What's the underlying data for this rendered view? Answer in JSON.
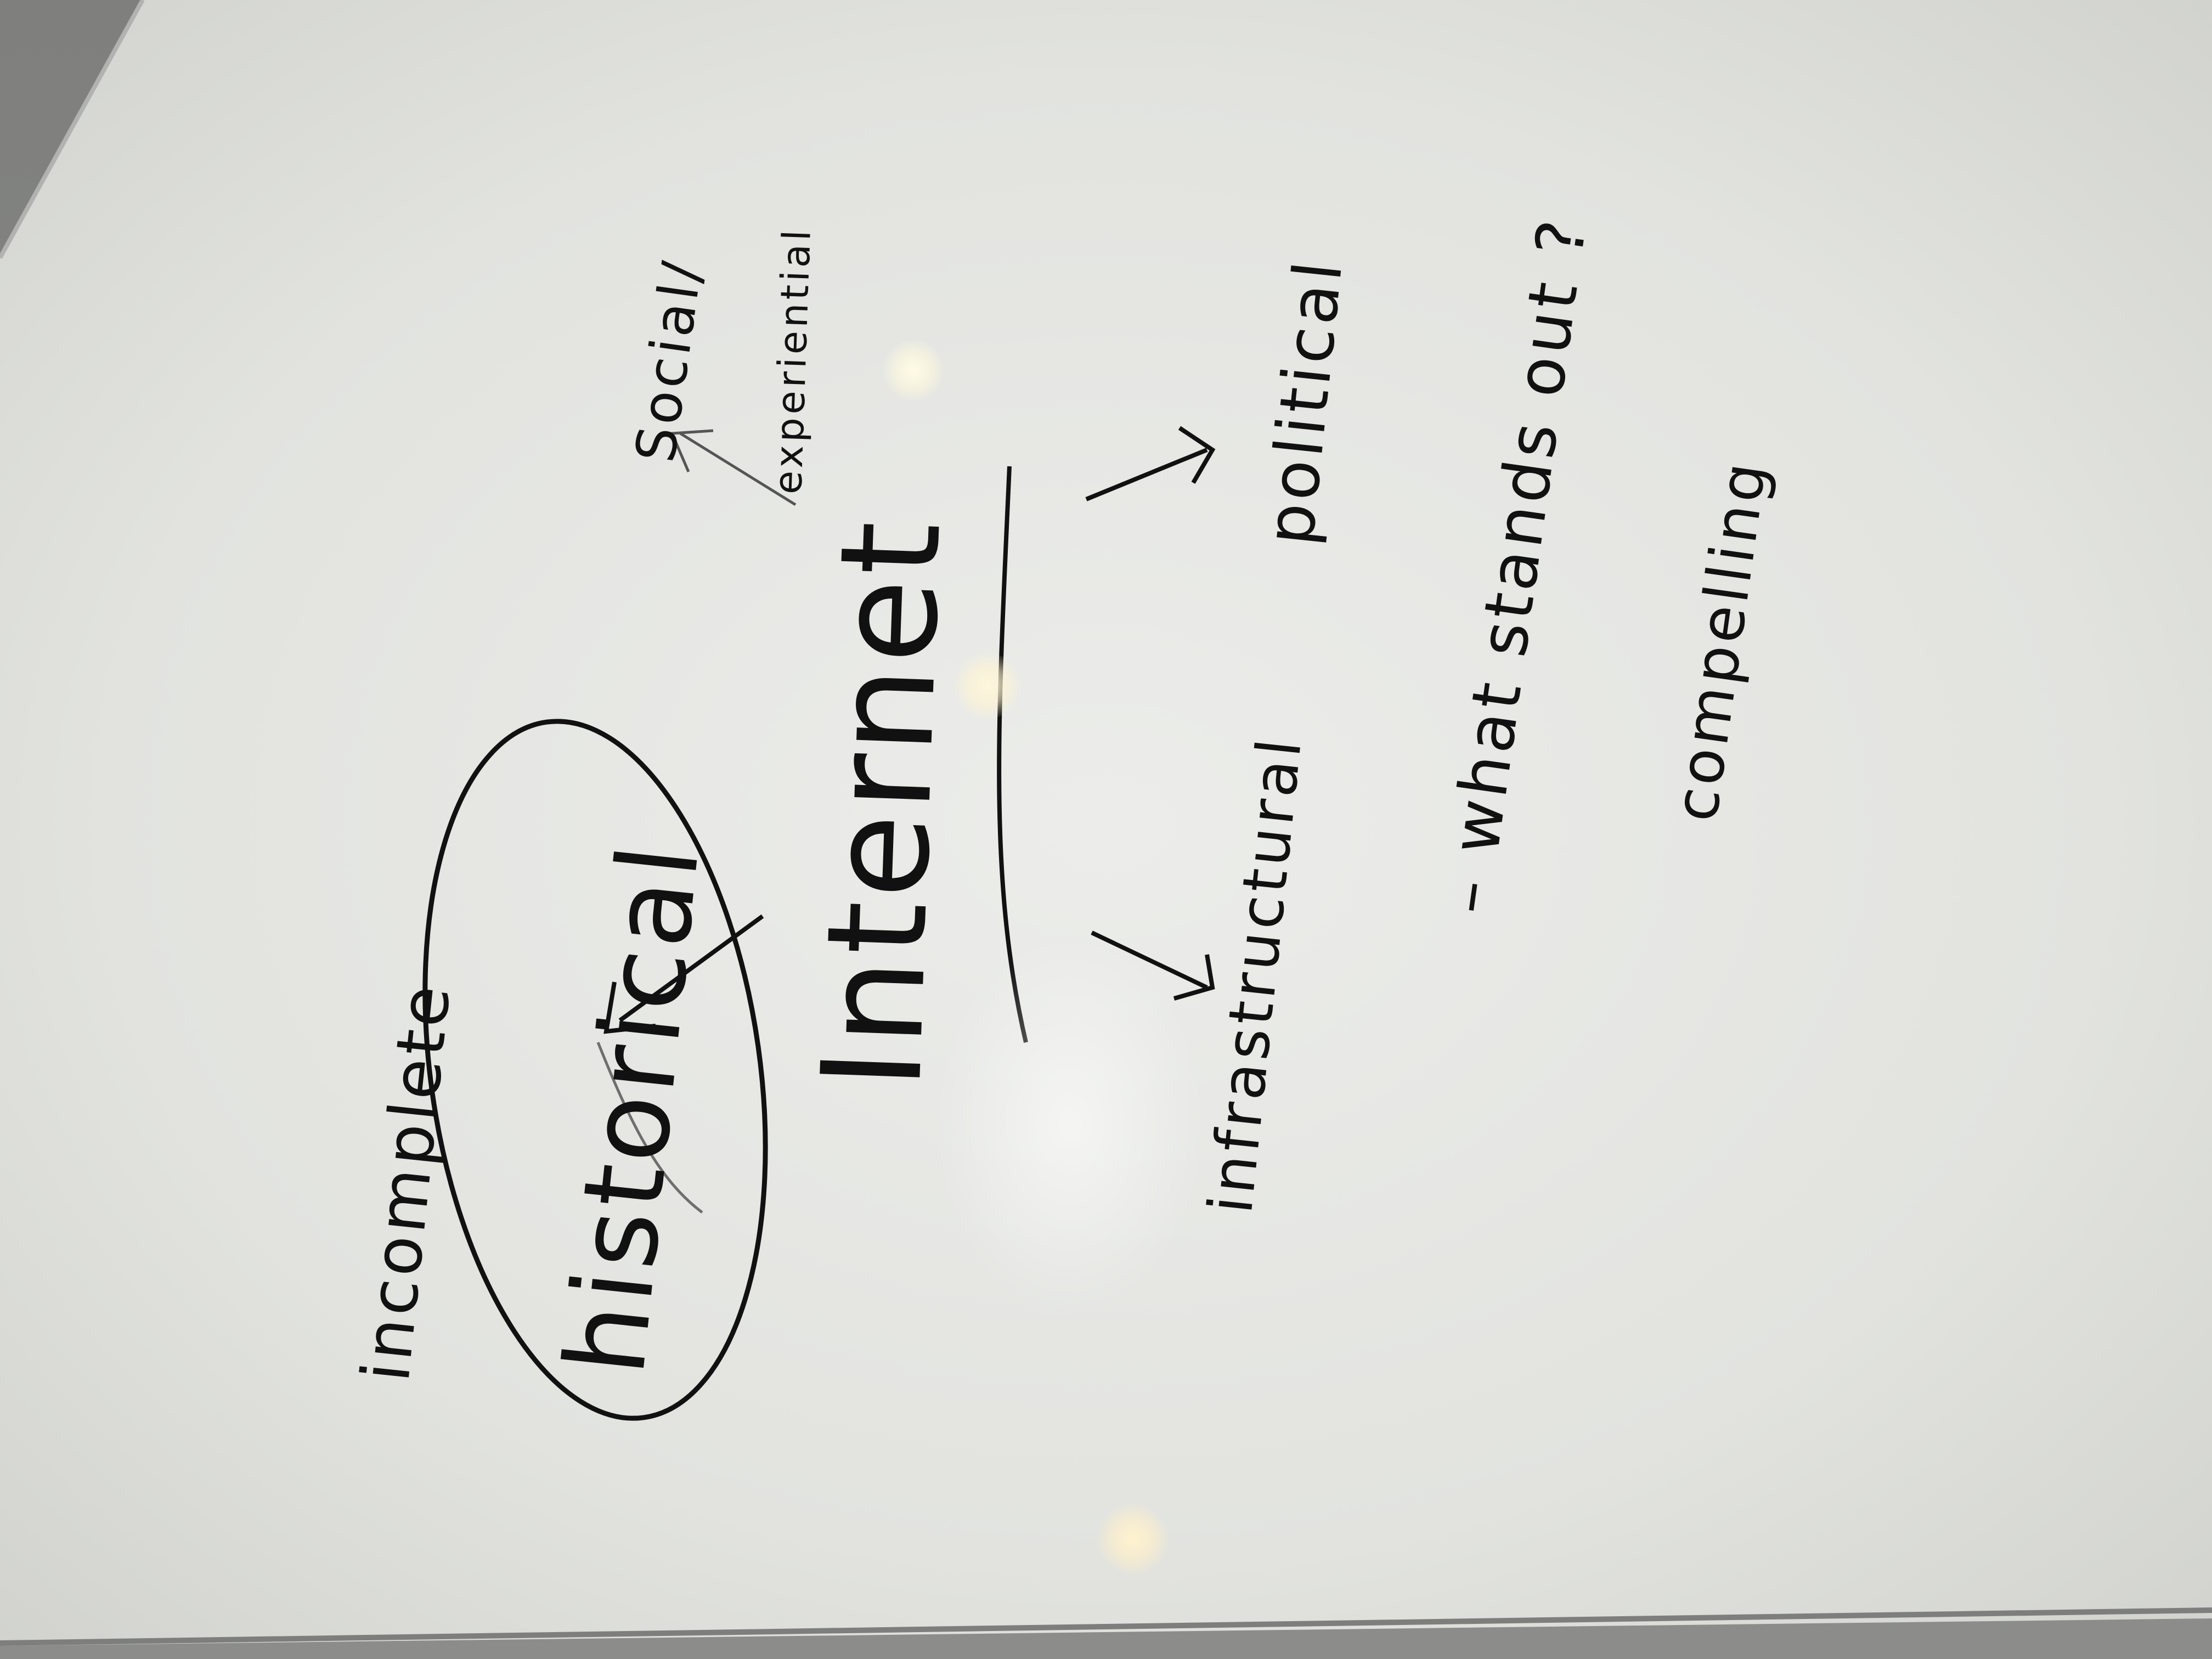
{
  "whiteboard": {
    "center_word": "Internet",
    "circled_word": "historical",
    "note_incomplete": "incomplete",
    "branch_social": "Social/",
    "branch_experiential": "experiential",
    "branch_political": "political",
    "branch_infrastructural": "infrastructural",
    "question": "– what stands out ?",
    "note_compelling": "compelling"
  },
  "colors": {
    "board": "#e4e5e1",
    "ink": "#111111",
    "frame": "#9a9b99"
  }
}
